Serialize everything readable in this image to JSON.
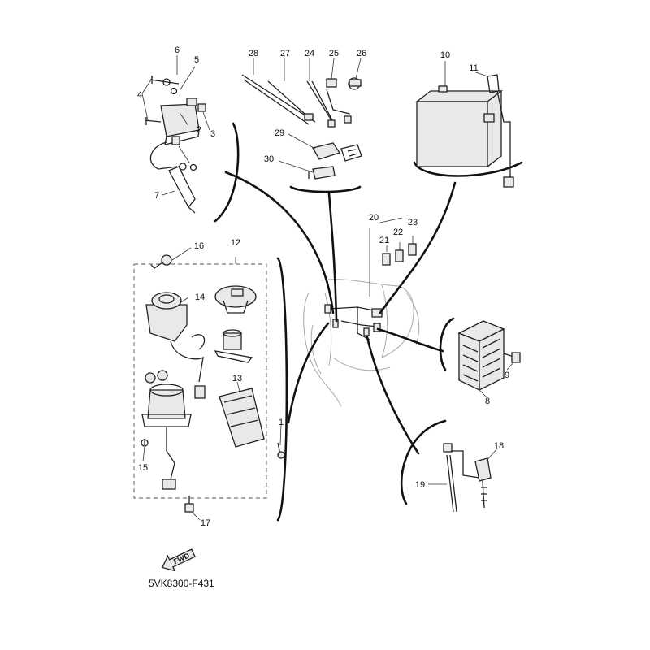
{
  "diagram_code": "5VK8300-F431",
  "fwd_label": "FWD",
  "callouts": [
    "1",
    "2",
    "3",
    "4",
    "5",
    "6",
    "7",
    "8",
    "9",
    "10",
    "11",
    "12",
    "13",
    "14",
    "15",
    "16",
    "17",
    "18",
    "19",
    "20",
    "21",
    "22",
    "23",
    "24",
    "25",
    "26",
    "27",
    "28",
    "29",
    "30"
  ],
  "icons": {
    "ignition_coil": "ignition-coil-icon",
    "battery": "battery-icon",
    "regulator": "rectifier-regulator-icon",
    "main_switch": "main-switch-icon",
    "cdi_unit": "cdi-unit-icon",
    "fuse": "fuse-icon",
    "fwd_arrow": "fwd-arrow-icon"
  }
}
